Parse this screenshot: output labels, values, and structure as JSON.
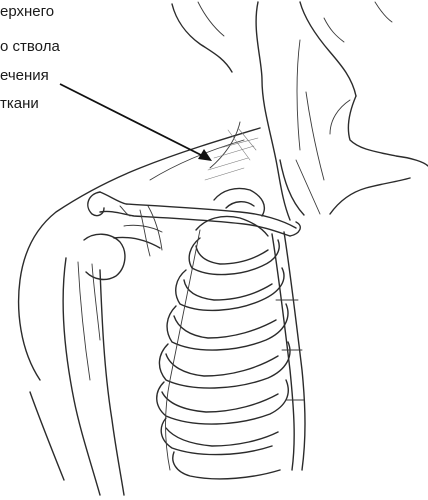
{
  "annotation": {
    "lines": [
      "ерхнего",
      "о ствола",
      "ечения",
      "ткани"
    ]
  },
  "colors": {
    "ink": "#2b2b2b",
    "text": "#1a1a1a",
    "background": "#ffffff"
  }
}
